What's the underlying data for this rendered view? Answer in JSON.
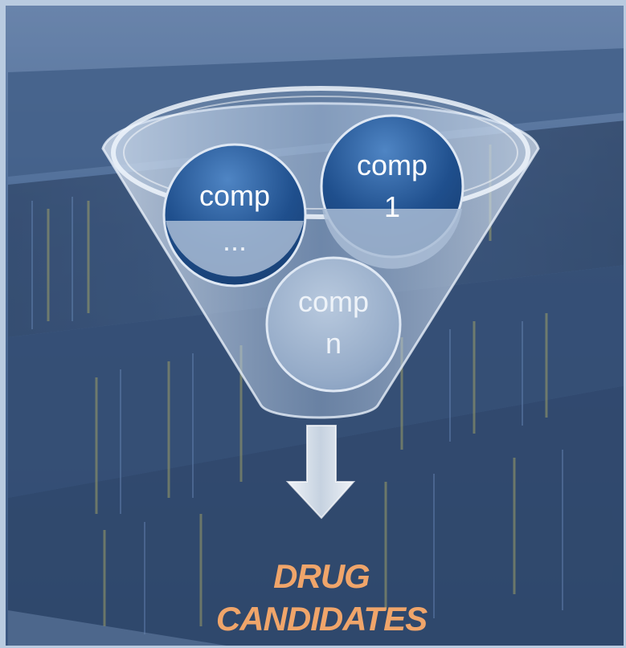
{
  "bubbles": {
    "left": {
      "line1": "comp",
      "line2": "..."
    },
    "right": {
      "line1": "comp",
      "line2": "1"
    },
    "bottom": {
      "line1": "comp",
      "line2": "n"
    }
  },
  "caption": {
    "line1": "DRUG",
    "line2": "CANDIDATES"
  },
  "colors": {
    "background": "#2e4d78",
    "overlay": "#5a7aa6",
    "funnel": "#c8d8ec",
    "bubble_dark": "#1e4f8c",
    "bubble_light": "#9fb4cf",
    "arrow": "#dfe6ef",
    "caption": "#f0a56a"
  }
}
